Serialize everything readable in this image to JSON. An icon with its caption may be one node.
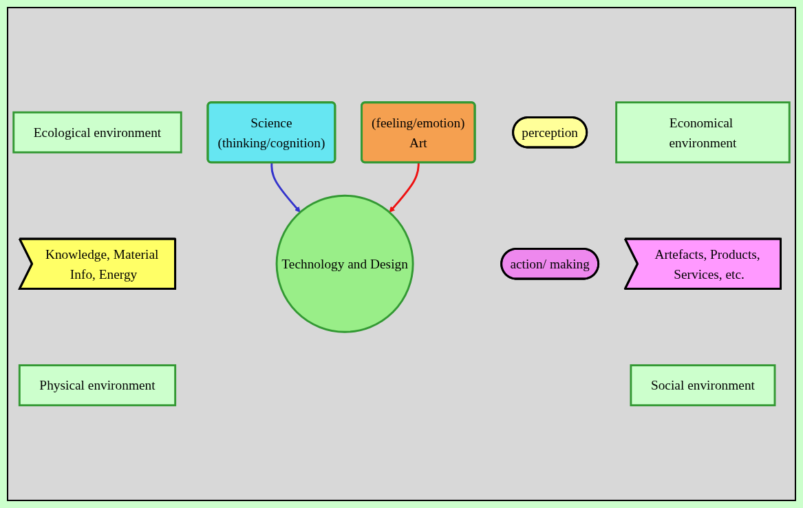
{
  "diagram": {
    "nodes": [
      {
        "text": [
          "Ecological environment"
        ]
      },
      {
        "text": [
          "Economical environment"
        ]
      },
      {
        "text": [
          "Science",
          "(thinking/cognition)"
        ]
      },
      {
        "text": [
          "Knowledge, Material Info, Energy"
        ]
      },
      {
        "text": [
          "perception"
        ]
      },
      {
        "text": [
          "Technology and Design"
        ]
      },
      {
        "text": [
          "action/ making"
        ]
      },
      {
        "text": [
          "Artefacts, Products, Services, etc."
        ]
      },
      {
        "text": [
          "(feeling/emotion)",
          "Art"
        ]
      },
      {
        "text": [
          "Physical environment"
        ]
      },
      {
        "text": [
          "Social environment"
        ]
      }
    ],
    "edges": [
      {
        "from": 2,
        "to": 5,
        "arrow": "to",
        "color": "#3333cc"
      },
      {
        "from": 8,
        "to": 5,
        "arrow": "to",
        "color": "#ee1111"
      }
    ]
  }
}
